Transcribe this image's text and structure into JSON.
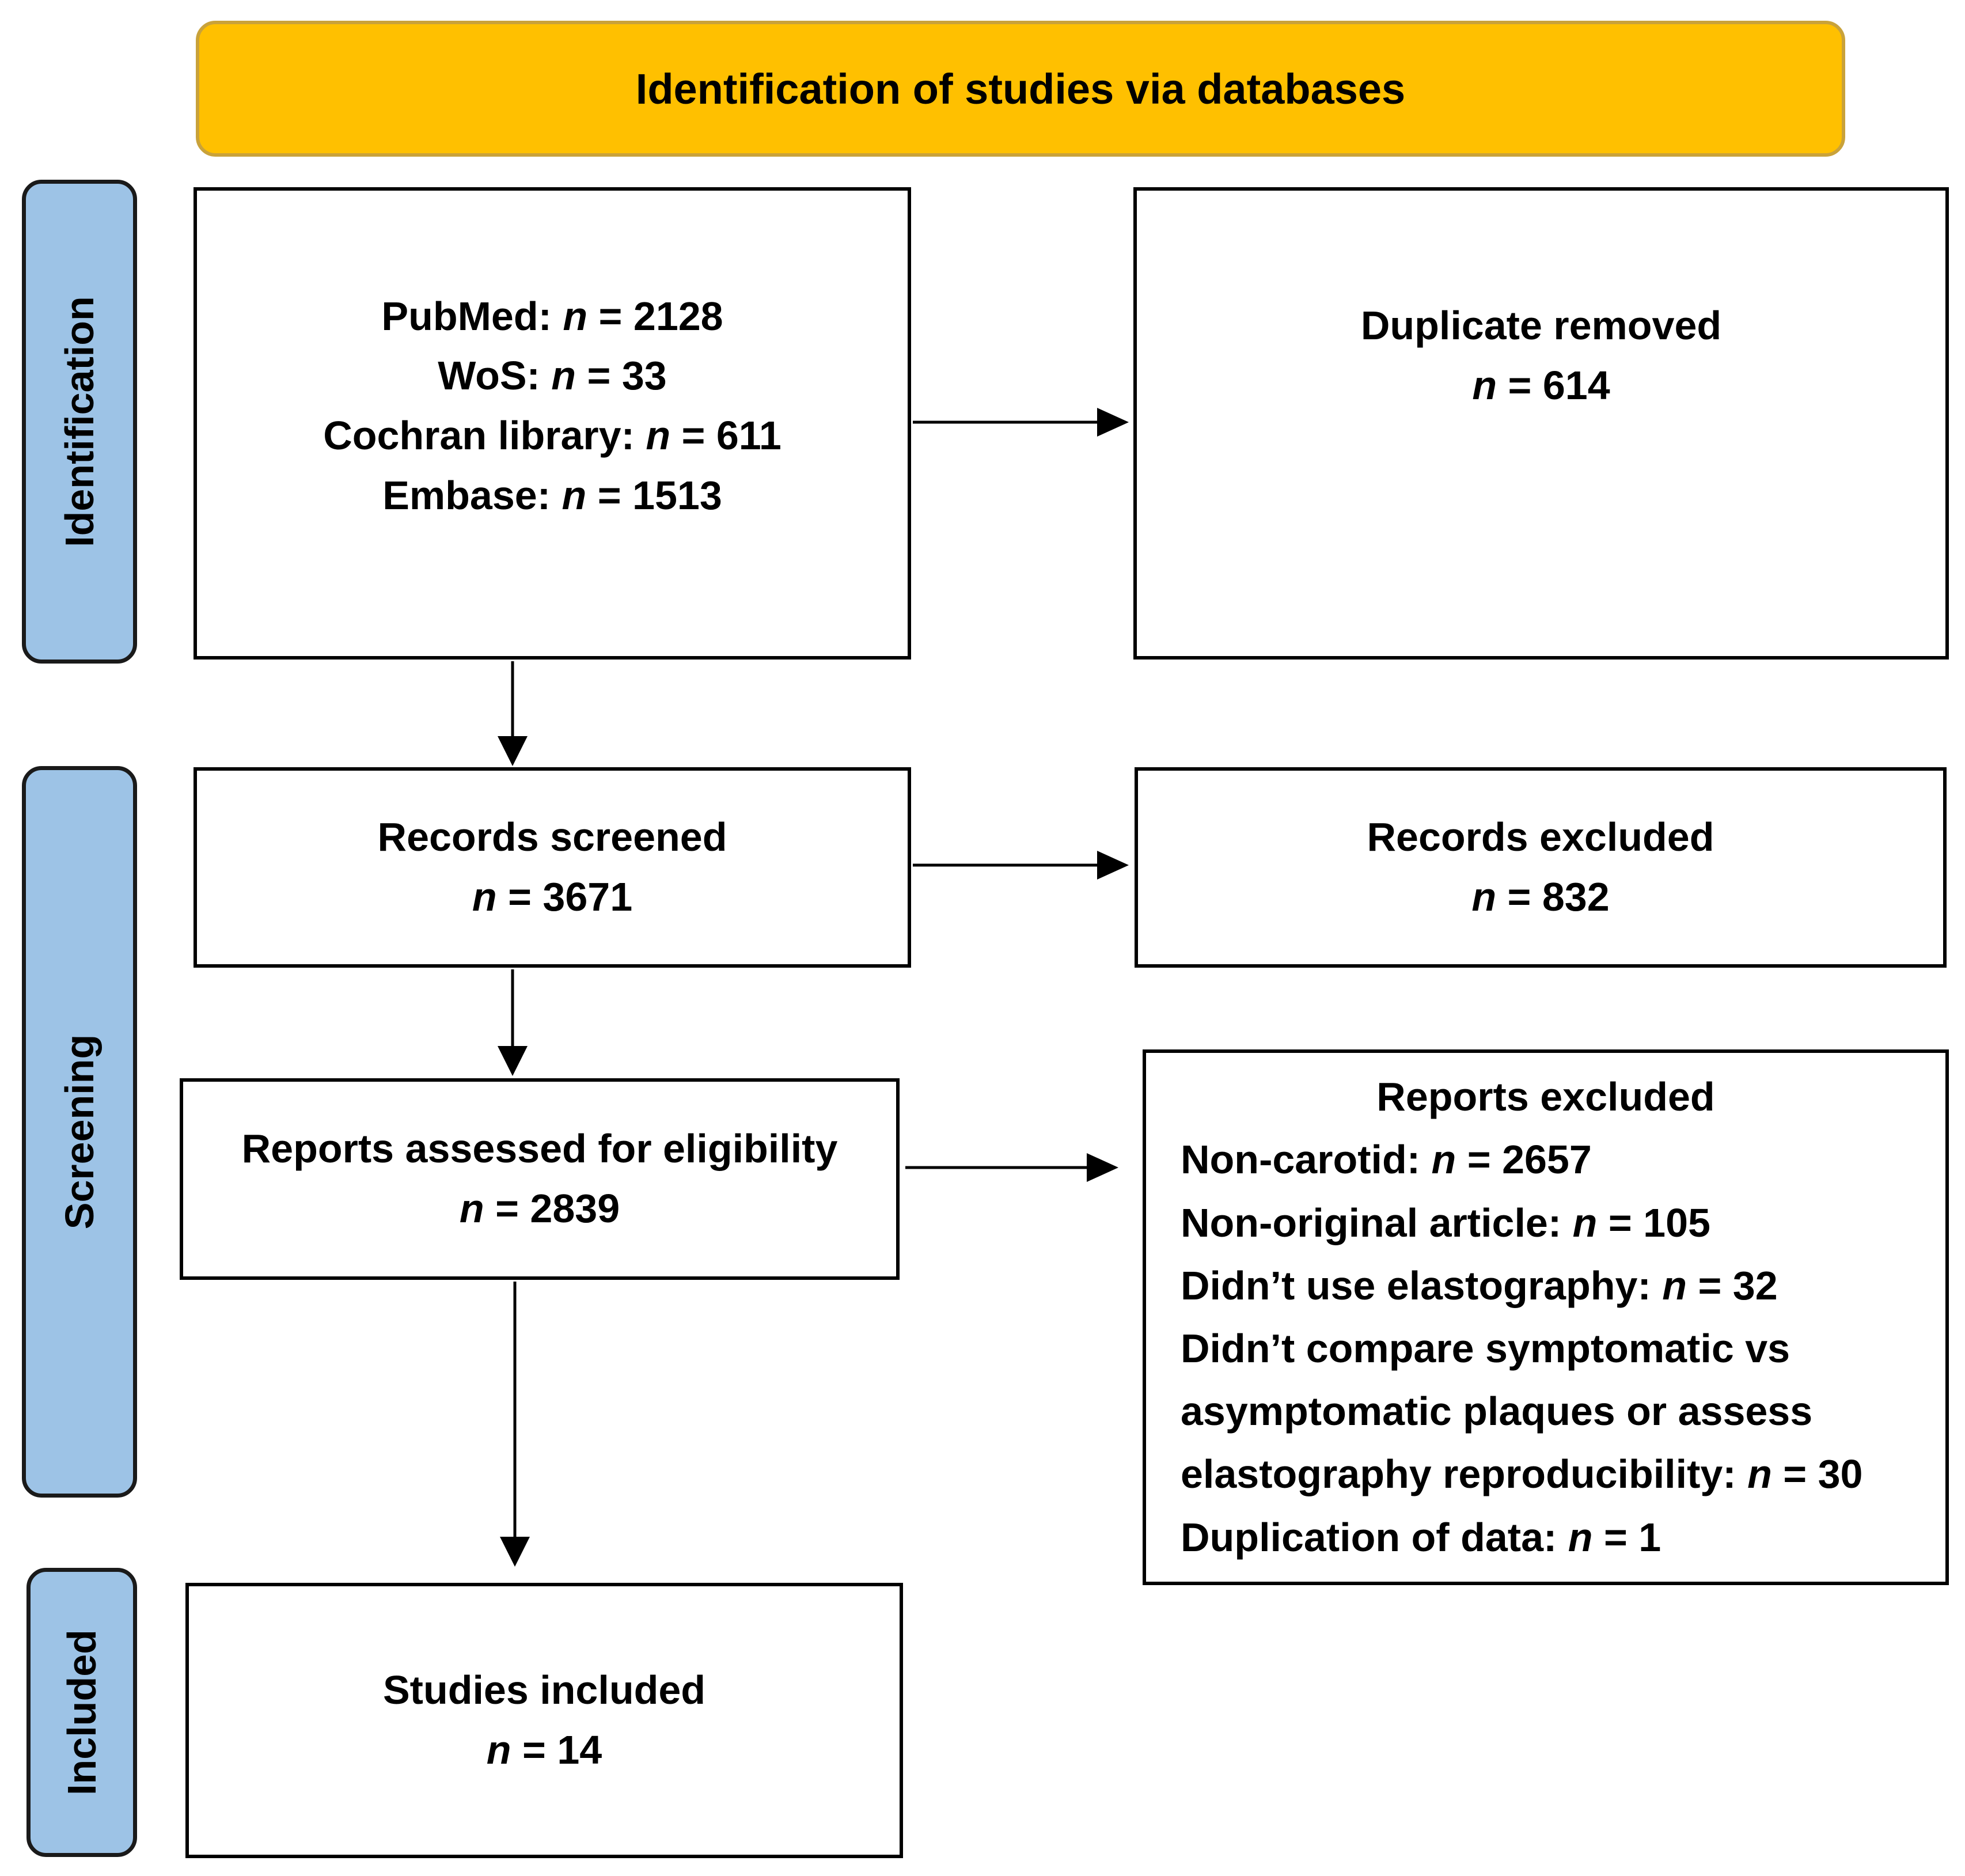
{
  "banner": "Identification of studies via databases",
  "stages": {
    "identification": "Identification",
    "screening": "Screening",
    "included": "Included"
  },
  "databases": [
    {
      "label": "PubMed: ",
      "n": "n",
      "eq": " = 2128"
    },
    {
      "label": "WoS: ",
      "n": "n",
      "eq": " = 33"
    },
    {
      "label": "Cochran library: ",
      "n": "n",
      "eq": " = 611"
    },
    {
      "label": "Embase: ",
      "n": "n",
      "eq": " = 1513"
    }
  ],
  "duplicates": {
    "title": "Duplicate removed",
    "n": "n",
    "eq": " = 614"
  },
  "screened": {
    "title": "Records screened",
    "n": "n",
    "eq": " = 3671"
  },
  "records_excluded": {
    "title": "Records excluded",
    "n": "n",
    "eq": " = 832"
  },
  "eligibility": {
    "title": "Reports assessed for eligibility",
    "n": "n",
    "eq": " = 2839"
  },
  "reports_excluded": {
    "title": "Reports excluded",
    "reasons": [
      {
        "label": "Non-carotid: ",
        "n": "n",
        "eq": " = 2657"
      },
      {
        "label": "Non-original article: ",
        "n": "n",
        "eq": " = 105"
      },
      {
        "label": "Didn’t use elastography: ",
        "n": "n",
        "eq": " = 32"
      },
      {
        "label": "Didn’t compare symptomatic vs",
        "n": "",
        "eq": ""
      },
      {
        "label": "asymptomatic plaques or assess",
        "n": "",
        "eq": ""
      },
      {
        "label": "elastography reproducibility: ",
        "n": "n",
        "eq": " = 30"
      },
      {
        "label": "Duplication of data: ",
        "n": "n",
        "eq": " = 1"
      }
    ]
  },
  "included": {
    "title": "Studies included",
    "n": "n",
    "eq": " = 14"
  }
}
